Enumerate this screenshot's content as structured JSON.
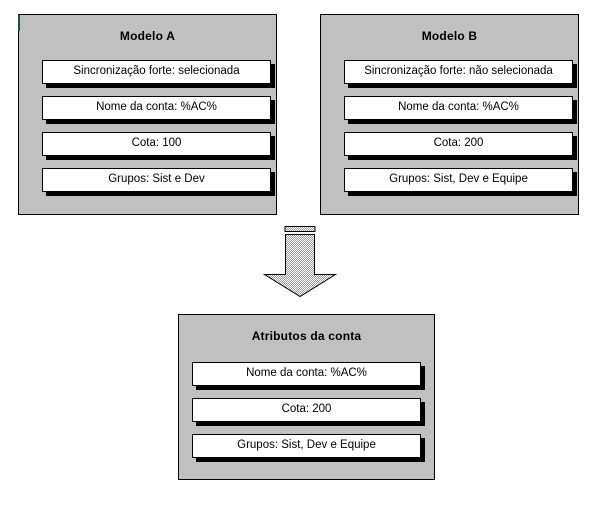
{
  "diagram": {
    "title_hidden": "",
    "colors": {
      "panel_fill": "#c0c0c0",
      "panel_border": "#000000",
      "box_fill": "#ffffff",
      "box_shadow": "#000000",
      "arrow_fill": "#cccccc",
      "arrow_border": "#000000",
      "canvas": "#ffffff"
    },
    "panels": [
      {
        "id": "modelo-a",
        "title": "Modelo A",
        "attributes": [
          "Sincronização forte: selecionada",
          "Nome da conta: %AC%",
          "Cota: 100",
          "Grupos: Sist e Dev"
        ]
      },
      {
        "id": "modelo-b",
        "title": "Modelo B",
        "attributes": [
          "Sincronização forte: não selecionada",
          "Nome da conta: %AC%",
          "Cota: 200",
          "Grupos: Sist, Dev e Equipe"
        ]
      },
      {
        "id": "atributos-da-conta",
        "title": "Atributos da conta",
        "attributes": [
          "Nome da conta: %AC%",
          "Cota: 200",
          "Grupos: Sist, Dev e Equipe"
        ]
      }
    ],
    "arrow": {
      "name": "down-arrow-icon",
      "direction": "down",
      "label": ""
    }
  }
}
